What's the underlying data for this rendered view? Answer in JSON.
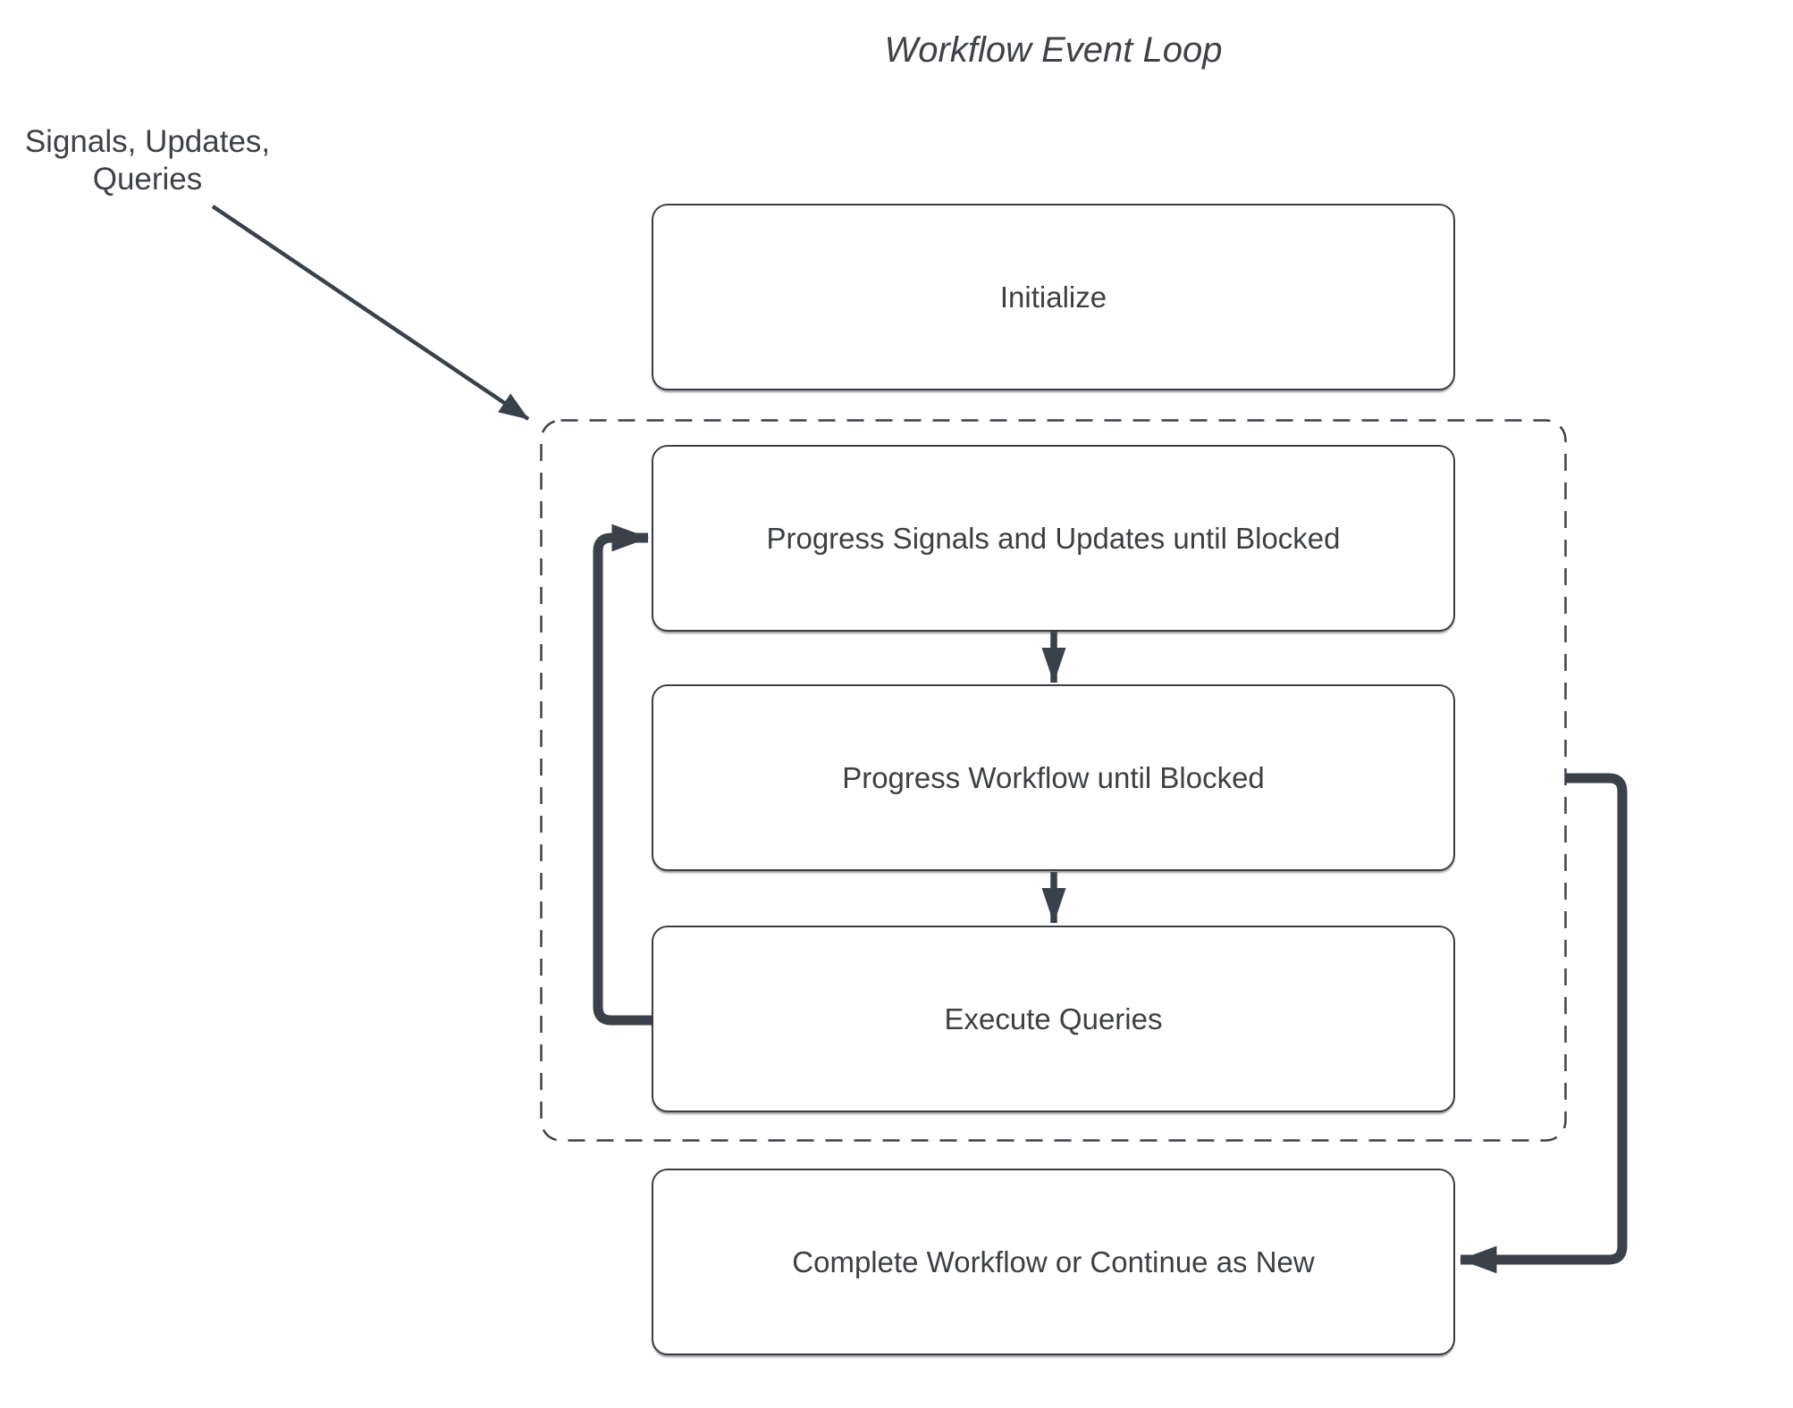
{
  "diagram": {
    "title": "Workflow Event Loop",
    "annotation": {
      "line1": "Signals, Updates,",
      "line2": "Queries"
    },
    "nodes": {
      "initialize": {
        "label": "Initialize"
      },
      "progress_signals": {
        "label": "Progress Signals and Updates until Blocked"
      },
      "progress_workflow": {
        "label": "Progress Workflow until Blocked"
      },
      "execute_queries": {
        "label": "Execute Queries"
      },
      "complete": {
        "label": "Complete Workflow or Continue as New"
      }
    },
    "colors": {
      "background": "#ffffff",
      "box_fill": "#ffffff",
      "box_border": "#3a3e43",
      "text": "#3d4043",
      "connector": "#3a414b",
      "dashed_boundary": "#3c4046"
    }
  }
}
